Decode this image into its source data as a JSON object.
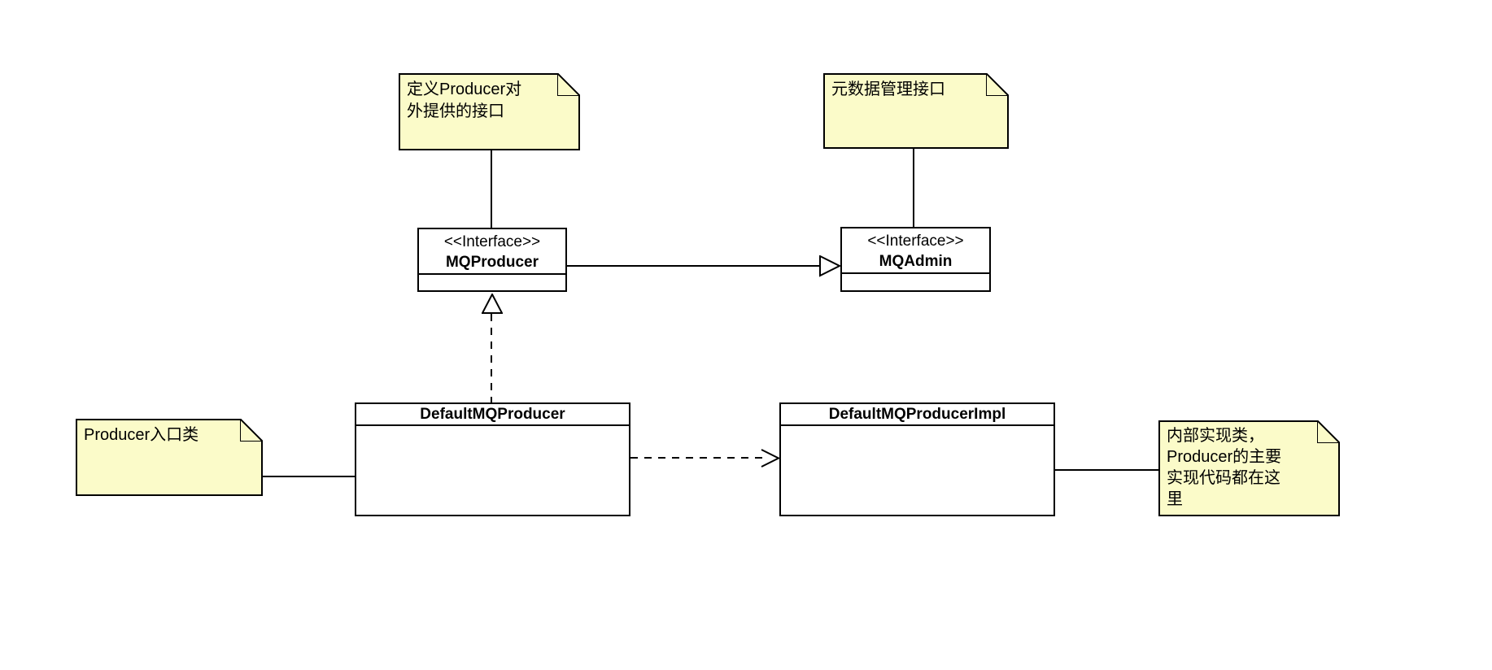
{
  "diagram": {
    "type": "uml-class-diagram",
    "background": "#FFFFFF",
    "colors": {
      "note_fill": "#FBFBC9",
      "line": "#000000",
      "box_fill": "#FFFFFF"
    },
    "notes": {
      "producer_interface": {
        "lines": [
          "定义Producer对",
          "外提供的接口"
        ],
        "attached_to": "MQProducer"
      },
      "metadata_admin": {
        "lines": [
          "元数据管理接口"
        ],
        "attached_to": "MQAdmin"
      },
      "producer_entry": {
        "lines": [
          "Producer入口类"
        ],
        "attached_to": "DefaultMQProducer"
      },
      "impl_detail": {
        "lines": [
          "内部实现类，",
          "Producer的主要",
          "实现代码都在这",
          "里"
        ],
        "attached_to": "DefaultMQProducerImpl"
      }
    },
    "classes": {
      "mq_producer": {
        "stereotype": "<<Interface>>",
        "name": "MQProducer"
      },
      "mq_admin": {
        "stereotype": "<<Interface>>",
        "name": "MQAdmin"
      },
      "default_mq_producer": {
        "name": "DefaultMQProducer"
      },
      "default_mq_producer_impl": {
        "name": "DefaultMQProducerImpl"
      }
    },
    "relations": [
      {
        "from": "MQProducer",
        "to": "MQAdmin",
        "type": "generalization",
        "line": "solid",
        "arrowhead": "hollow-triangle"
      },
      {
        "from": "DefaultMQProducer",
        "to": "MQProducer",
        "type": "realization",
        "line": "dashed",
        "arrowhead": "hollow-triangle"
      },
      {
        "from": "DefaultMQProducer",
        "to": "DefaultMQProducerImpl",
        "type": "dependency",
        "line": "dashed",
        "arrowhead": "open-arrow"
      },
      {
        "from": "note:producer_interface",
        "to": "MQProducer",
        "type": "note-attachment",
        "line": "solid"
      },
      {
        "from": "note:metadata_admin",
        "to": "MQAdmin",
        "type": "note-attachment",
        "line": "solid"
      },
      {
        "from": "note:producer_entry",
        "to": "DefaultMQProducer",
        "type": "note-attachment",
        "line": "solid"
      },
      {
        "from": "note:impl_detail",
        "to": "DefaultMQProducerImpl",
        "type": "note-attachment",
        "line": "solid"
      }
    ]
  }
}
